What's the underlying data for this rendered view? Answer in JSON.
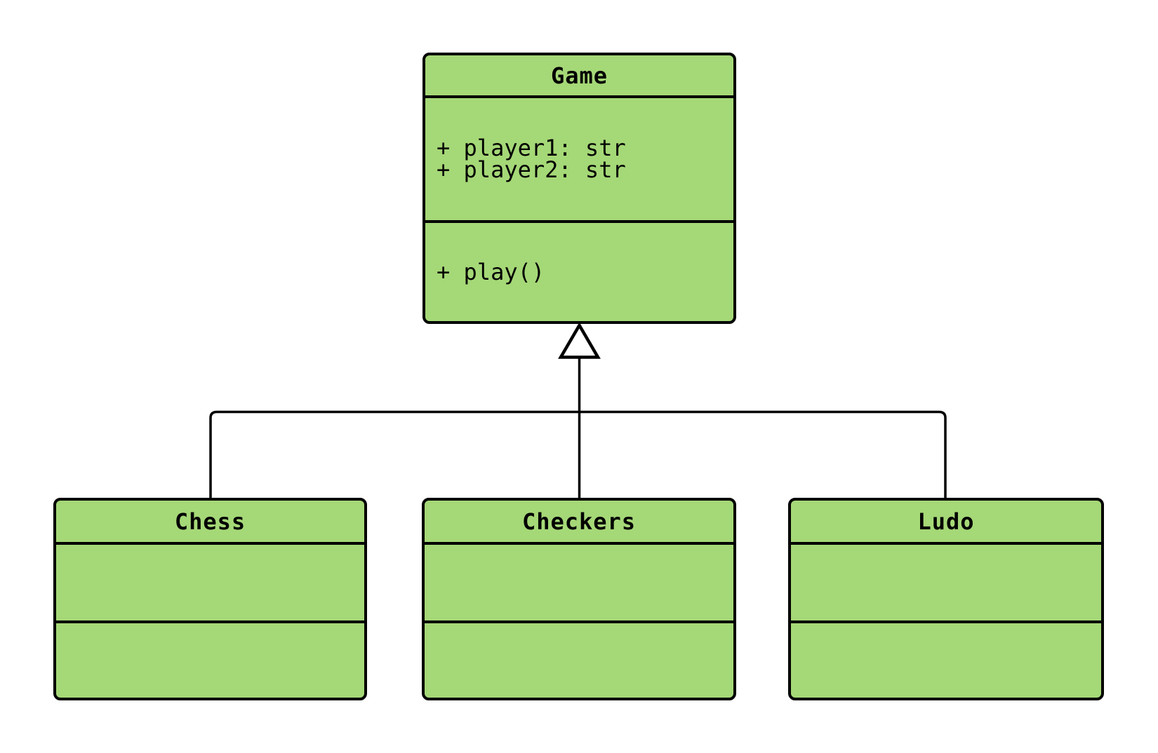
{
  "diagram_type": "uml-class-diagram",
  "classes": [
    {
      "name": "Game",
      "attributes": [
        "+ player1: str",
        "+ player2: str"
      ],
      "methods": [
        "+ play()"
      ]
    },
    {
      "name": "Chess",
      "attributes": [],
      "methods": []
    },
    {
      "name": "Checkers",
      "attributes": [],
      "methods": []
    },
    {
      "name": "Ludo",
      "attributes": [],
      "methods": []
    }
  ],
  "relations": [
    {
      "from": "Chess",
      "to": "Game",
      "type": "inheritance"
    },
    {
      "from": "Checkers",
      "to": "Game",
      "type": "inheritance"
    },
    {
      "from": "Ludo",
      "to": "Game",
      "type": "inheritance"
    }
  ],
  "colors": {
    "node_fill": "#a5d877",
    "border": "#000000",
    "background": "#ffffff",
    "arrow_fill": "#ffffff",
    "text": "#000000"
  }
}
